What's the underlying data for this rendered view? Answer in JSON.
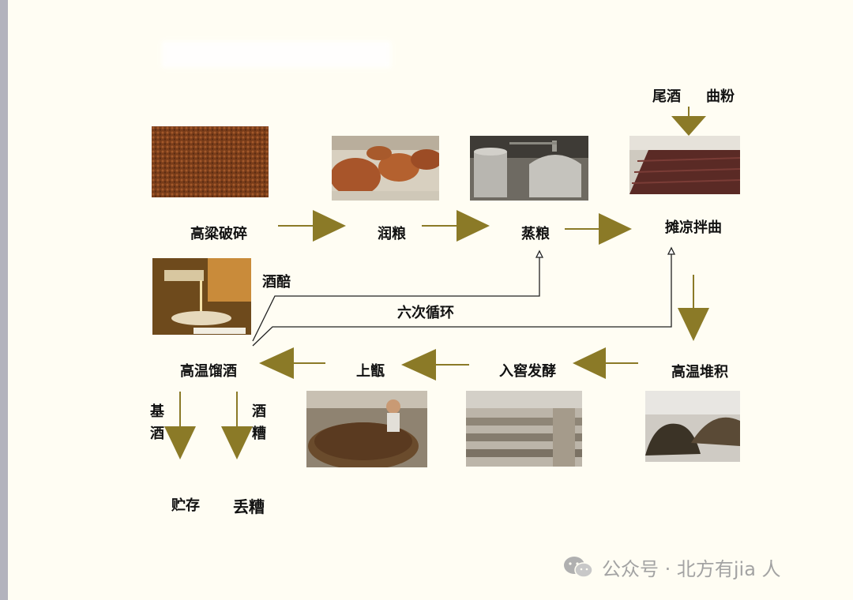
{
  "steps": {
    "grind": "高粱破碎",
    "moisten": "润粮",
    "steam": "蒸粮",
    "cool_mix": "摊凉拌曲",
    "stack": "高温堆积",
    "ferment": "入窖发酵",
    "load": "上甑",
    "distill": "高温馏酒",
    "store": "贮存",
    "discard": "丢糟"
  },
  "inputs": {
    "tail_liquor": "尾酒",
    "qu_powder": "曲粉"
  },
  "loop": {
    "sour_liquor": "酒醅",
    "cycle": "六次循环"
  },
  "branches": {
    "base_liquor": [
      "基",
      "酒"
    ],
    "lees": [
      "酒",
      "糟"
    ]
  },
  "watermark": {
    "text": "公众号 · 北方有jia 人",
    "icon": "wechat-icon"
  },
  "colors": {
    "arrow": "#8b7a27",
    "background": "#fffdf3"
  }
}
